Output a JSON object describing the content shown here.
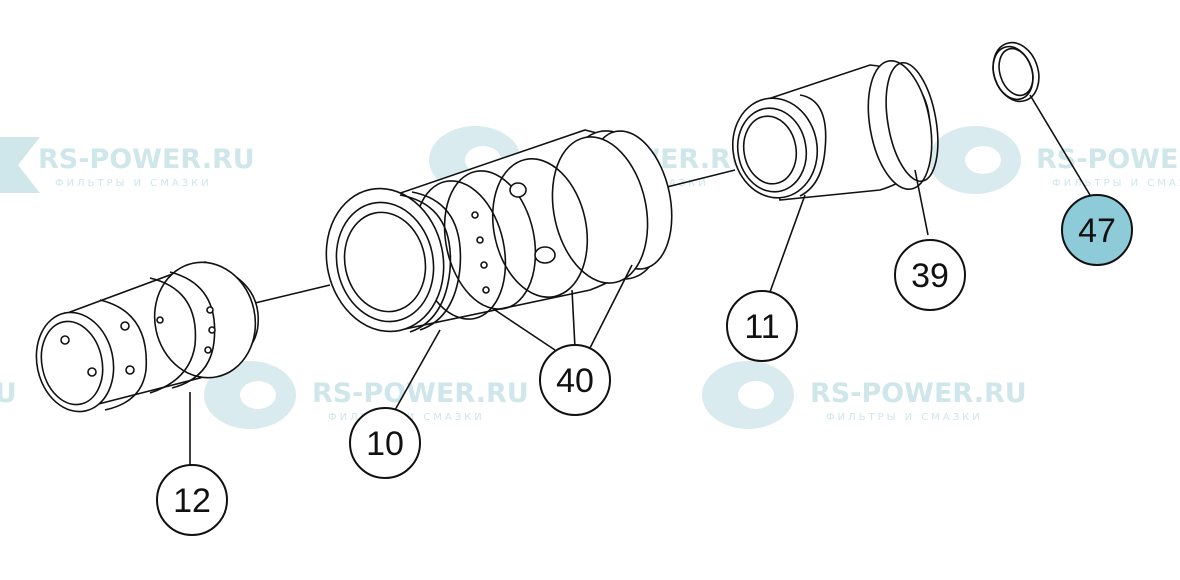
{
  "watermark": {
    "brand": "RS-POWER.RU",
    "tagline": "ФИЛЬТРЫ И СМАЗКИ",
    "color": "#cfe6ea"
  },
  "callouts": [
    {
      "id": "c47",
      "label": "47",
      "highlight": true
    },
    {
      "id": "c39",
      "label": "39",
      "highlight": false
    },
    {
      "id": "c11",
      "label": "11",
      "highlight": false
    },
    {
      "id": "c40",
      "label": "40",
      "highlight": false
    },
    {
      "id": "c10",
      "label": "10",
      "highlight": false
    },
    {
      "id": "c12",
      "label": "12",
      "highlight": false
    }
  ],
  "colors": {
    "line": "#111111",
    "highlight_fill": "#8ecbd8",
    "callout_fill": "#ffffff"
  }
}
